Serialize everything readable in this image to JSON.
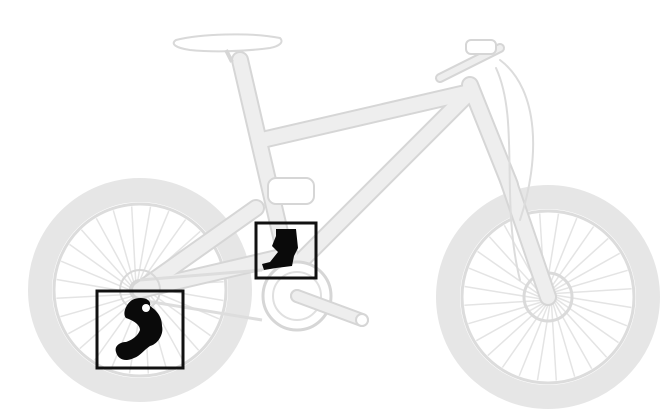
{
  "figure": {
    "subject": "mountain-bike",
    "highlighted_parts": [
      {
        "name": "front-derailleur"
      },
      {
        "name": "rear-derailleur"
      }
    ],
    "colors": {
      "background": "#ffffff",
      "bike": "#e2e2e2",
      "bike_outline": "#d9d9d9",
      "highlight": "#111111"
    }
  }
}
